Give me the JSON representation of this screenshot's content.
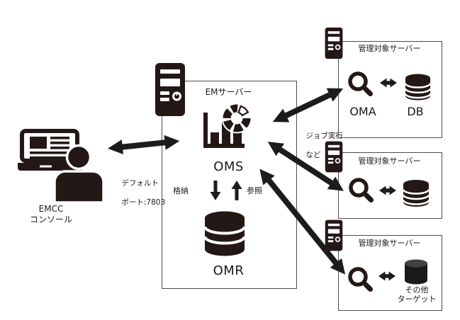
{
  "console": {
    "label_line1": "EMCC",
    "label_line2": "コンソール",
    "port_note_line1": "デフォルト",
    "port_note_line2": "ポート:7803"
  },
  "em_server": {
    "box_label": "EMサーバー",
    "oms_label": "OMS",
    "omr_label": "OMR",
    "store_label": "格納",
    "reference_label": "参照"
  },
  "job_note": {
    "line1": "ジョブ実行",
    "line2": "など"
  },
  "managed_servers": [
    {
      "box_label": "管理対象サーバー",
      "agent_label": "OMA",
      "db_label": "DB"
    },
    {
      "box_label": "管理対象サーバー"
    },
    {
      "box_label": "管理対象サーバー",
      "target_line1": "その他",
      "target_line2": "ターゲット"
    }
  ],
  "colors": {
    "icon": "#231815",
    "arrow": "#1c1c1c",
    "box_border": "#4d4d4d",
    "other_target_top": "#424242",
    "background": "#ffffff"
  }
}
